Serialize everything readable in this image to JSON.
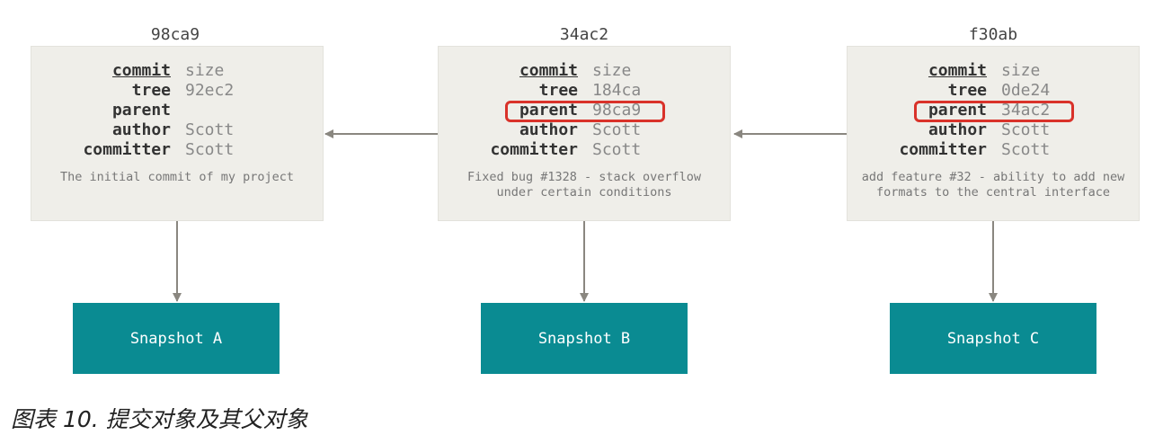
{
  "commits": [
    {
      "hash": "98ca9",
      "fields": [
        {
          "key": "commit",
          "value": "size"
        },
        {
          "key": "tree",
          "value": "92ec2"
        },
        {
          "key": "parent",
          "value": ""
        },
        {
          "key": "author",
          "value": "Scott"
        },
        {
          "key": "committer",
          "value": "Scott"
        }
      ],
      "message": "The initial commit of my project",
      "snapshot": "Snapshot A",
      "parent_highlighted": false
    },
    {
      "hash": "34ac2",
      "fields": [
        {
          "key": "commit",
          "value": "size"
        },
        {
          "key": "tree",
          "value": "184ca"
        },
        {
          "key": "parent",
          "value": "98ca9"
        },
        {
          "key": "author",
          "value": "Scott"
        },
        {
          "key": "committer",
          "value": "Scott"
        }
      ],
      "message": "Fixed bug #1328 - stack overflow\nunder certain conditions",
      "snapshot": "Snapshot B",
      "parent_highlighted": true
    },
    {
      "hash": "f30ab",
      "fields": [
        {
          "key": "commit",
          "value": "size"
        },
        {
          "key": "tree",
          "value": "0de24"
        },
        {
          "key": "parent",
          "value": "34ac2"
        },
        {
          "key": "author",
          "value": "Scott"
        },
        {
          "key": "committer",
          "value": "Scott"
        }
      ],
      "message": "add feature #32 - ability to add new\nformats to the central interface",
      "snapshot": "Snapshot C",
      "parent_highlighted": true
    }
  ],
  "caption": "图表 10. 提交对象及其父对象",
  "colors": {
    "box_background": "#efeee9",
    "snapshot_background": "#0a8b92",
    "arrow": "#8a8780",
    "highlight": "#d9322a"
  }
}
